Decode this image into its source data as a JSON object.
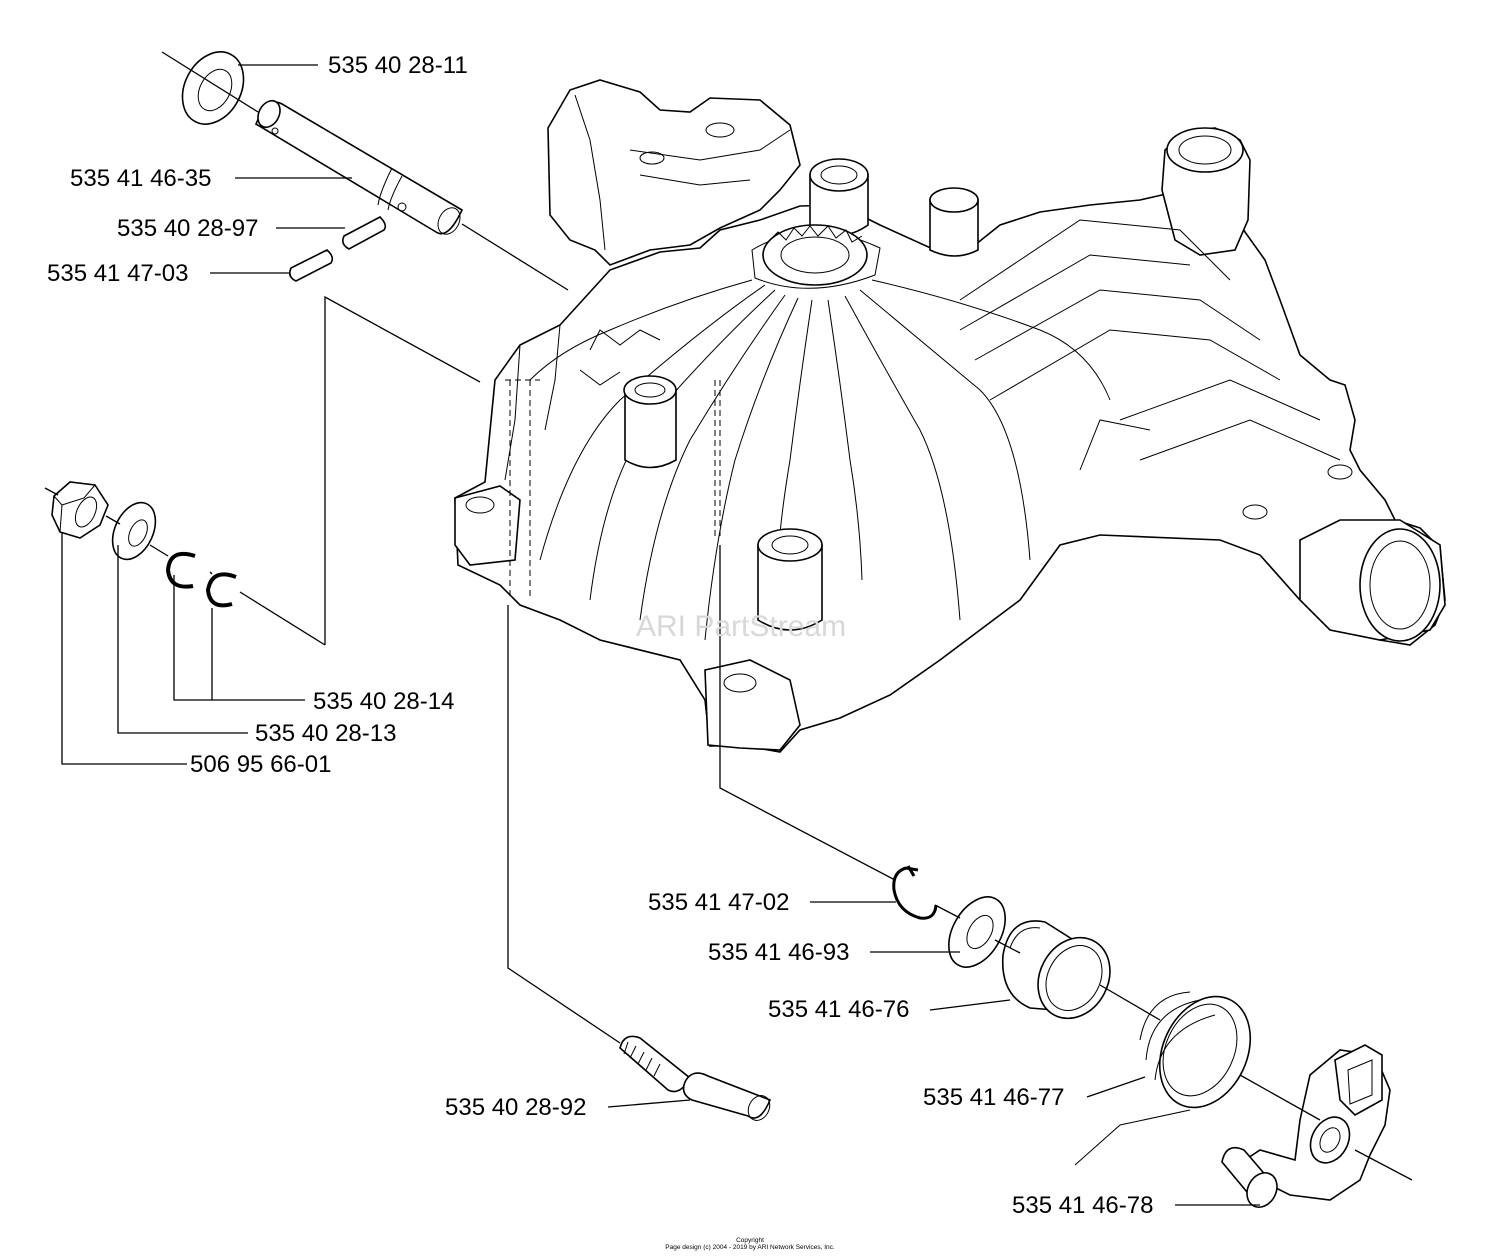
{
  "parts": [
    {
      "id": "p11",
      "number": "535 40 28-11"
    },
    {
      "id": "p35",
      "number": "535 41 46-35"
    },
    {
      "id": "p97",
      "number": "535 40 28-97"
    },
    {
      "id": "p03",
      "number": "535 41 47-03"
    },
    {
      "id": "p14",
      "number": "535 40 28-14"
    },
    {
      "id": "p13",
      "number": "535 40 28-13"
    },
    {
      "id": "p01",
      "number": "506 95 66-01"
    },
    {
      "id": "p02",
      "number": "535 41 47-02"
    },
    {
      "id": "p93",
      "number": "535 41 46-93"
    },
    {
      "id": "p76",
      "number": "535 41 46-76"
    },
    {
      "id": "p92",
      "number": "535 40 28-92"
    },
    {
      "id": "p77",
      "number": "535 41 46-77"
    },
    {
      "id": "p78",
      "number": "535 41 46-78"
    }
  ],
  "watermark": "ARI PartStream",
  "copyright": {
    "title": "Copyright",
    "text": "Page design (c) 2004 - 2019 by ARI Network Services, Inc."
  }
}
